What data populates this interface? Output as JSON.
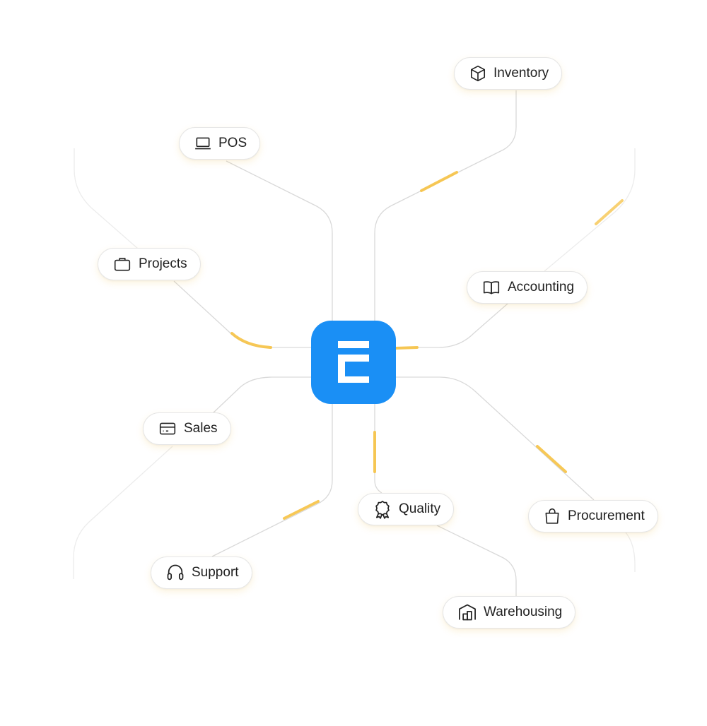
{
  "hub": {
    "icon": "erp-logo-icon",
    "color": "#1a8ff5"
  },
  "modules": {
    "inventory": {
      "label": "Inventory",
      "icon": "cube-icon"
    },
    "pos": {
      "label": "POS",
      "icon": "laptop-icon"
    },
    "projects": {
      "label": "Projects",
      "icon": "briefcase-icon"
    },
    "accounting": {
      "label": "Accounting",
      "icon": "book-icon"
    },
    "sales": {
      "label": "Sales",
      "icon": "card-icon"
    },
    "quality": {
      "label": "Quality",
      "icon": "award-icon"
    },
    "procurement": {
      "label": "Procurement",
      "icon": "shopping-bag-icon"
    },
    "support": {
      "label": "Support",
      "icon": "headset-icon"
    },
    "warehousing": {
      "label": "Warehousing",
      "icon": "warehouse-icon"
    }
  },
  "colors": {
    "connector": "#d6d6d6",
    "pulse": "#f6c244"
  }
}
